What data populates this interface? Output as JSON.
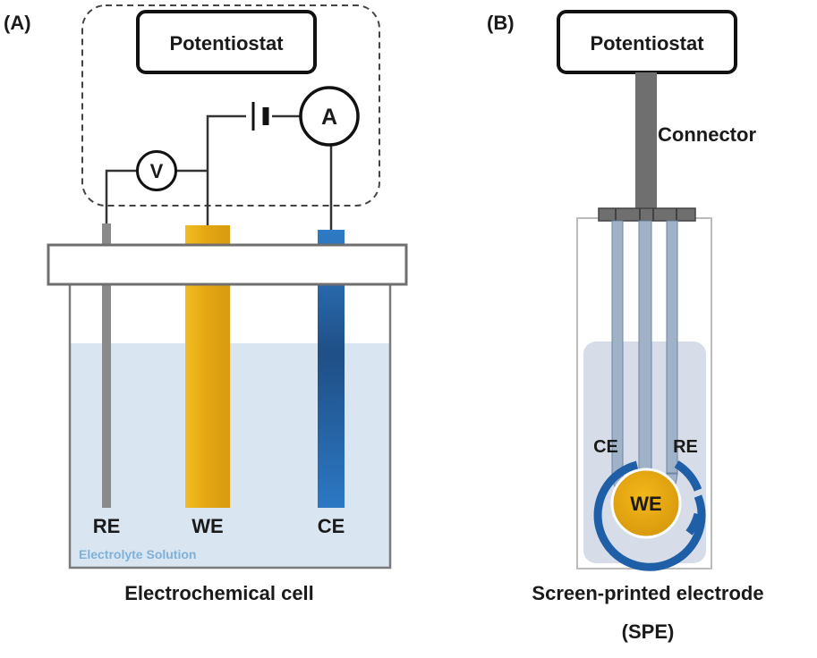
{
  "panel_a": {
    "label": "(A)",
    "potentiostat": "Potentiostat",
    "voltmeter": "V",
    "ammeter": "A",
    "electrodes": {
      "re": "RE",
      "we": "WE",
      "ce": "CE"
    },
    "solution": "Electrolyte Solution",
    "caption": "Electrochemical cell"
  },
  "panel_b": {
    "label": "(B)",
    "potentiostat": "Potentiostat",
    "connector": "Connector",
    "electrodes": {
      "ce": "CE",
      "re": "RE",
      "we": "WE"
    },
    "caption_line1": "Screen-printed electrode",
    "caption_line2": "(SPE)"
  },
  "colors": {
    "electrolyte": "#d9e6f2",
    "working_electrode": "#e6ae14",
    "counter_electrode": "#2a6fb8",
    "reference_electrode": "#8a8a8a",
    "spe_track": "#9fb2c8",
    "connector": "#6f6f6f"
  }
}
